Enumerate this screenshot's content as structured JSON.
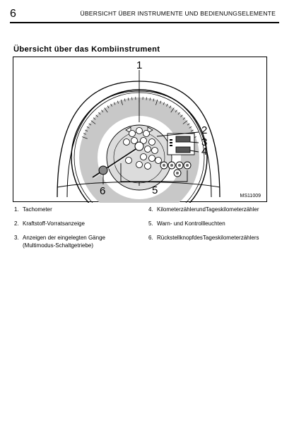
{
  "header": {
    "page_number": "6",
    "title": "ÜBERSICHT ÜBER INSTRUMENTE UND BEDIENUNGSELEMENTE"
  },
  "section": {
    "title": "Übersicht über das Kombiinstrument"
  },
  "figure": {
    "code": "MS11009",
    "callouts": [
      "1",
      "2",
      "3",
      "4",
      "5",
      "6"
    ]
  },
  "legend": {
    "left": [
      {
        "num": "1.",
        "text": "Tachometer",
        "sub": ""
      },
      {
        "num": "2.",
        "text": "Kraftstoff-Vorratsanzeige",
        "sub": ""
      },
      {
        "num": "3.",
        "text": "Anzeigen der eingelegten Gänge",
        "sub": "(Multimodus-Schaltgetriebe)"
      }
    ],
    "right": [
      {
        "num": "4.",
        "text": "KilometerzählerundTageskilometerzähler",
        "sub": ""
      },
      {
        "num": "5.",
        "text": "Warn- und Kontrollleuchten",
        "sub": ""
      },
      {
        "num": "6.",
        "text": "RückstellknopfdesTageskilometerzählers",
        "sub": ""
      }
    ]
  }
}
